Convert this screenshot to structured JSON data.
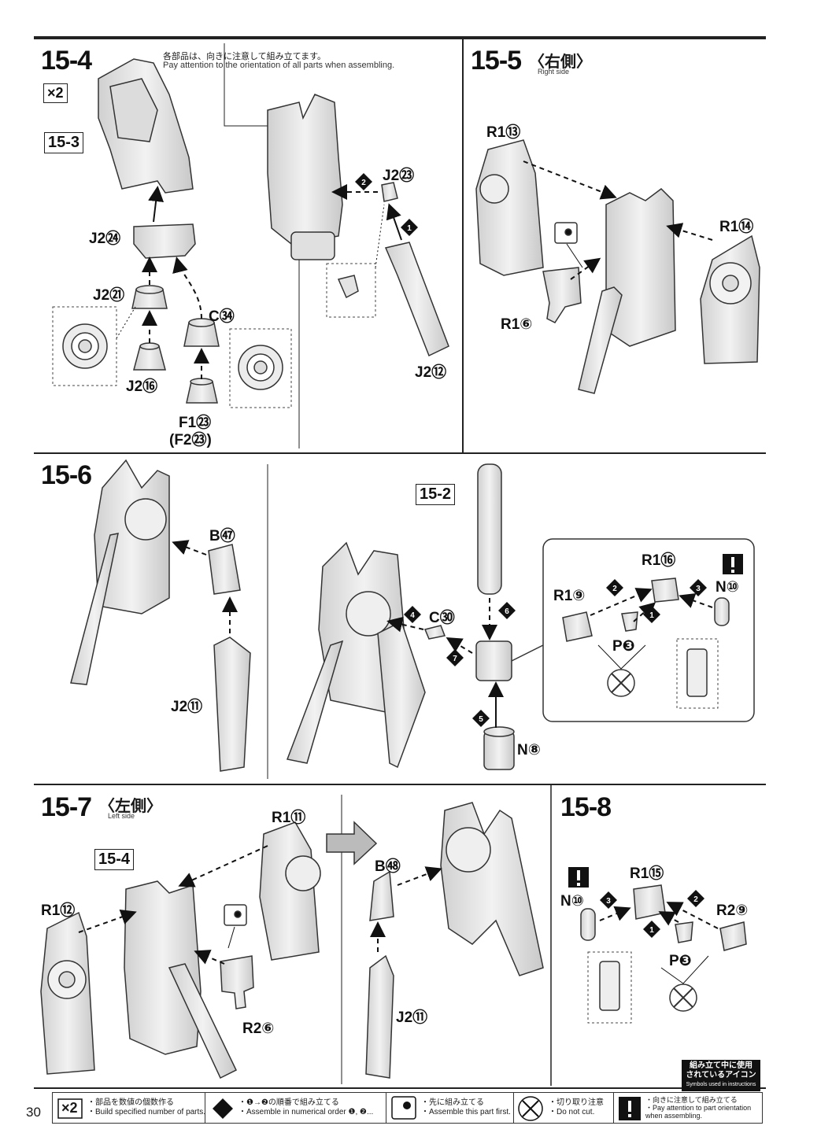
{
  "page_number": "30",
  "general_note": {
    "jp": "各部品は、向きに注意して組み立てます。",
    "en": "Pay attention to the orientation of all parts when assembling."
  },
  "steps": {
    "s15_4": {
      "label": "15-4",
      "multiplier": "×2",
      "ref": "15-3",
      "parts": [
        "J2㉔",
        "J2㉑",
        "C㉞",
        "J2⑯",
        "F1㉓",
        "(F2㉓)",
        "J2㉓",
        "J2⑫"
      ]
    },
    "s15_5": {
      "label": "15-5",
      "side_jp": "〈右側〉",
      "side_en": "Right side",
      "parts": [
        "R1⑬",
        "R1⑭",
        "R1⑥"
      ]
    },
    "s15_6": {
      "label": "15-6",
      "ref": "15-2",
      "parts": [
        "B㊼",
        "J2⑪",
        "C㉚",
        "N⑧",
        "R1⑯",
        "R1⑨",
        "N⑩",
        "P❸"
      ]
    },
    "s15_7": {
      "label": "15-7",
      "side_jp": "〈左側〉",
      "side_en": "Left side",
      "ref": "15-4",
      "parts": [
        "R1⑪",
        "R1⑫",
        "R2⑥",
        "B㊽",
        "J2⑪"
      ]
    },
    "s15_8": {
      "label": "15-8",
      "parts": [
        "R1⑮",
        "N⑩",
        "R2⑨",
        "P❸"
      ]
    }
  },
  "legend": {
    "title_jp_1": "組み立て中に使用",
    "title_jp_2": "されているアイコン",
    "title_en": "Symbols used in instructions",
    "items": [
      {
        "icon": "×2",
        "jp": "・部品を数値の個数作る",
        "en": "・Build specified number of parts."
      },
      {
        "icon": "step-arrow-icon",
        "jp": "・❶→❷の順番で組み立てる",
        "en": "・Assemble in numerical order ❶, ❷..."
      },
      {
        "icon": "first-part-icon",
        "jp": "・先に組み立てる",
        "en": "・Assemble this part first."
      },
      {
        "icon": "no-cut-icon",
        "jp": "・切り取り注意",
        "en": "・Do not cut."
      },
      {
        "icon": "exclamation-icon",
        "jp": "・向きに注意して組み立てる",
        "en": "・Pay attention to part orientation when assembling."
      }
    ]
  },
  "colors": {
    "ink": "#1a1a1a",
    "part_fill": "#e6e6e6",
    "part_stroke": "#333333",
    "dashed": "#222222"
  }
}
